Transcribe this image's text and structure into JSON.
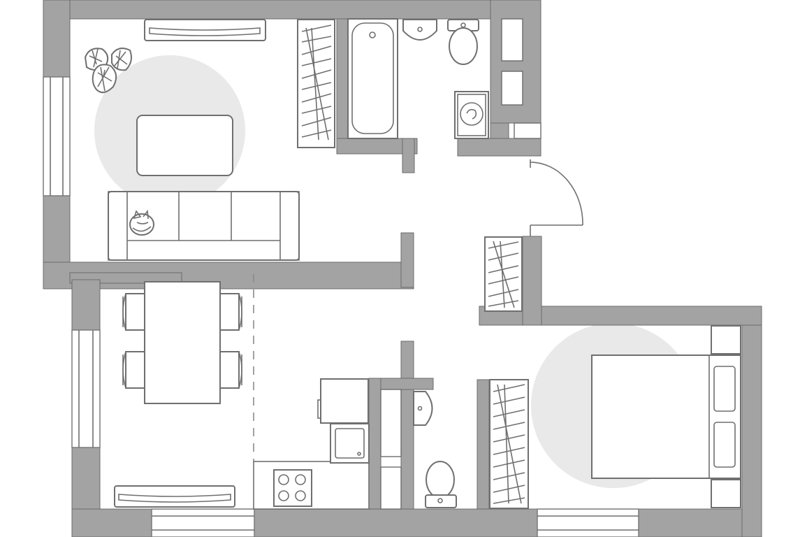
{
  "plan": {
    "colors": {
      "wall": "#a3a3a3",
      "wall_edge": "#6b6b6b",
      "line": "#6f6f6f",
      "rug": "#e9e9e9",
      "background": "#ffffff"
    },
    "rooms": [
      "living-room",
      "bathroom",
      "hallway",
      "kitchen-dining",
      "toilet",
      "bedroom"
    ],
    "icons": [
      "monstera-plant-icon",
      "cat-icon",
      "washing-machine-icon",
      "bathtub-icon",
      "toilet-icon",
      "sink-icon",
      "stove-icon",
      "double-bed-icon"
    ]
  }
}
